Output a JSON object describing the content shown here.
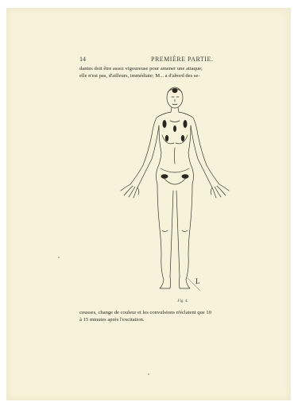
{
  "header": {
    "page_number": "14",
    "running_title": "PREMIÈRE PARTIE."
  },
  "body_top": {
    "lines": [
      "dantes doit être assez vigoureuse pour amener une attaque;",
      "elle n'est pas, d'ailleurs, immédiate; M... a d'abord des se-"
    ]
  },
  "figure": {
    "caption": "Fig. 4.",
    "letter": "L",
    "ink_color": "#3a352c",
    "spot_color": "#2b2620"
  },
  "body_bottom": {
    "lines": [
      "cousses, change de couleur et les convulsions n'éclatent que 10",
      "à 15 minutes après l'excitation."
    ]
  }
}
